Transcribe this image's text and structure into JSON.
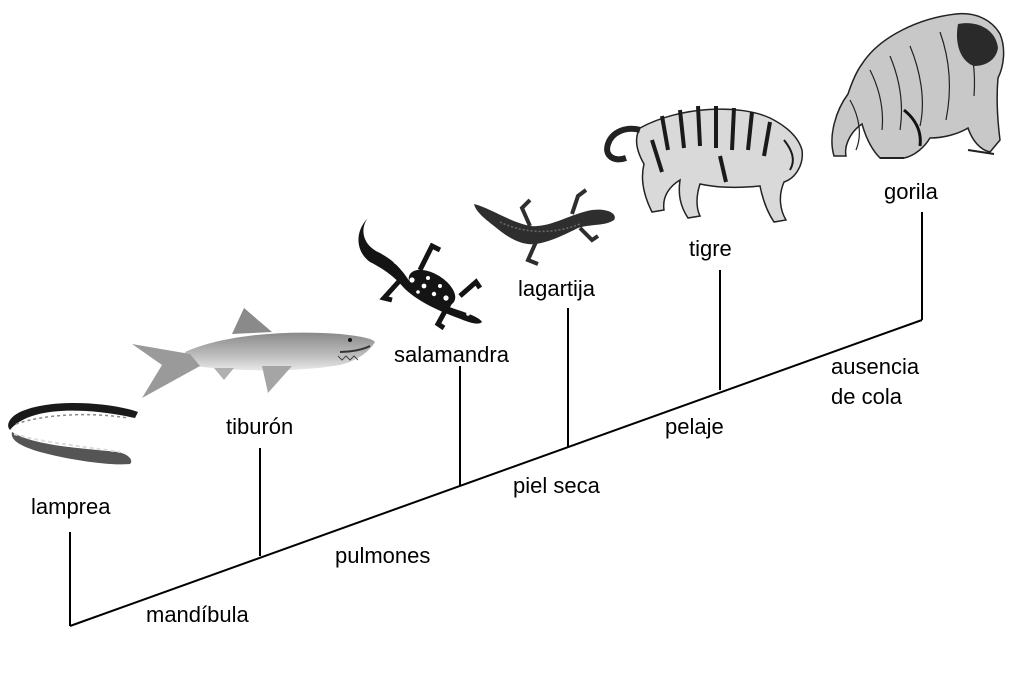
{
  "taxa": [
    {
      "id": "lamprea",
      "label": "lamprea"
    },
    {
      "id": "tiburon",
      "label": "tiburón"
    },
    {
      "id": "salamandra",
      "label": "salamandra"
    },
    {
      "id": "lagartija",
      "label": "lagartija"
    },
    {
      "id": "tigre",
      "label": "tigre"
    },
    {
      "id": "gorila",
      "label": "gorila"
    }
  ],
  "traits": [
    {
      "id": "mandibula",
      "lines": [
        "mandíbula"
      ]
    },
    {
      "id": "pulmones",
      "lines": [
        "pulmones"
      ]
    },
    {
      "id": "piel_seca",
      "lines": [
        "piel seca"
      ]
    },
    {
      "id": "pelaje",
      "lines": [
        "pelaje"
      ]
    },
    {
      "id": "ausencia_cola",
      "lines": [
        "ausencia",
        "de cola"
      ]
    }
  ],
  "colors": {
    "line": "#000000",
    "background": "#ffffff"
  }
}
